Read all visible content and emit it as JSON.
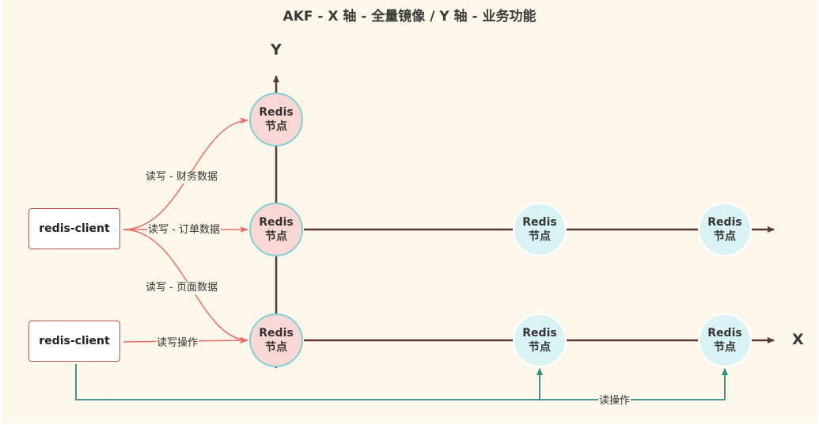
{
  "title": "AKF - X 轴 - 全量镜像 / Y 轴 - 业务功能",
  "axes": {
    "y_label": "Y",
    "x_label": "X"
  },
  "clients": [
    {
      "label": "redis-client"
    },
    {
      "label": "redis-client"
    }
  ],
  "nodes": [
    {
      "line1": "Redis",
      "line2": "节点",
      "style": "pink"
    },
    {
      "line1": "Redis",
      "line2": "节点",
      "style": "pink"
    },
    {
      "line1": "Redis",
      "line2": "节点",
      "style": "pink"
    },
    {
      "line1": "Redis",
      "line2": "节点",
      "style": "cyan"
    },
    {
      "line1": "Redis",
      "line2": "节点",
      "style": "cyan"
    },
    {
      "line1": "Redis",
      "line2": "节点",
      "style": "cyan"
    },
    {
      "line1": "Redis",
      "line2": "节点",
      "style": "cyan"
    }
  ],
  "edge_labels": {
    "finance": "读写 - 财务数据",
    "order": "读写 - 订单数据",
    "page": "读写 - 页面数据",
    "rw": "读写操作",
    "read": "读操作"
  },
  "colors": {
    "background": "#fdf8e9",
    "client_border": "#b85450",
    "client_edges": "#ea6b66",
    "axis_lines": "#5d3b33",
    "read_lines": "#2e8b86",
    "node_pink": "#f8d7d4",
    "node_cyan": "#d9f2f3"
  }
}
